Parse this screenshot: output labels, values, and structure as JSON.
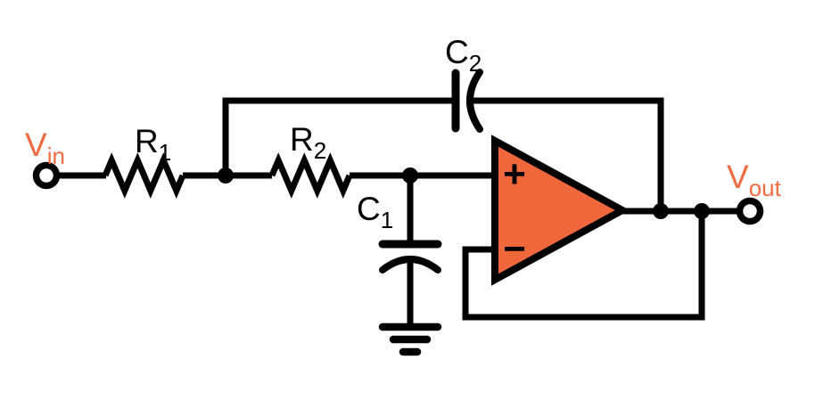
{
  "circuit": {
    "labels": {
      "vin": {
        "main": "V",
        "sub": "in"
      },
      "r1": {
        "main": "R",
        "sub": "1"
      },
      "r2": {
        "main": "R",
        "sub": "2"
      },
      "c1": {
        "main": "C",
        "sub": "1"
      },
      "c2": {
        "main": "C",
        "sub": "2"
      },
      "vout": {
        "main": "V",
        "sub": "out"
      }
    },
    "opamp": {
      "plus": "+",
      "minus": "−"
    },
    "colors": {
      "label_orange": "#EF6C41",
      "opamp_fill": "#F0673C",
      "wire": "#000000",
      "background": "#FFFFFF"
    }
  }
}
